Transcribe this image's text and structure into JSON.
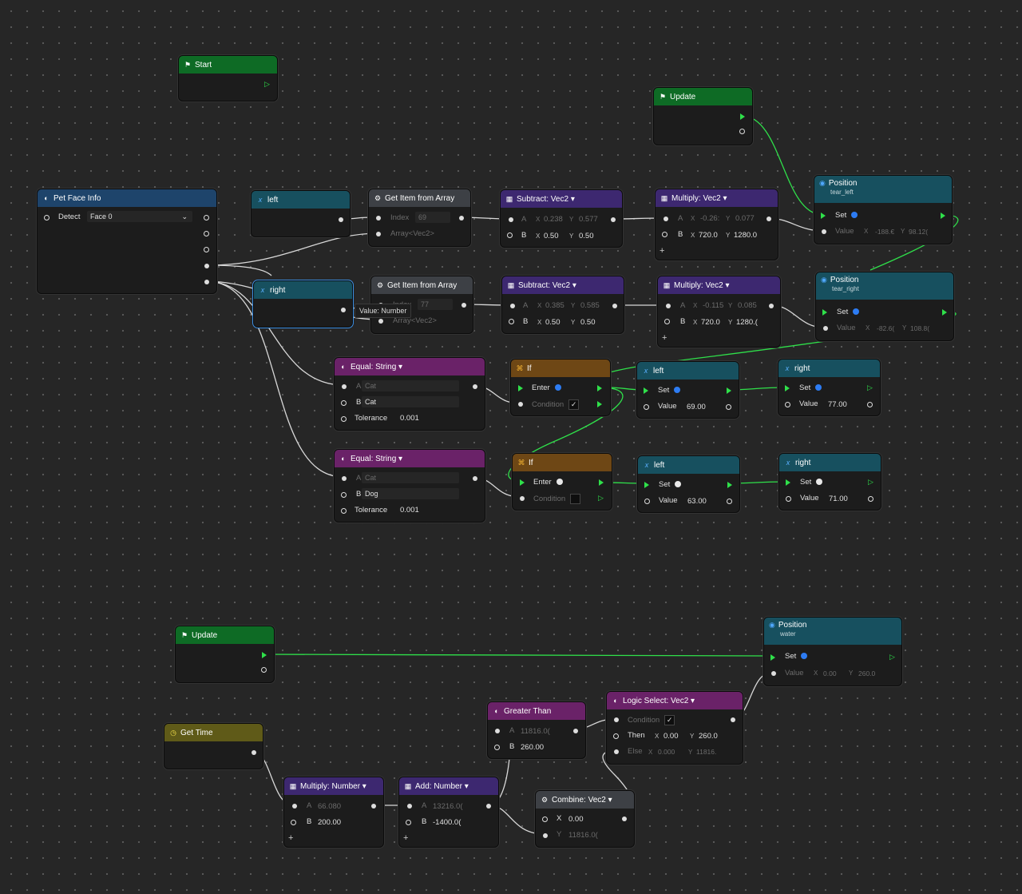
{
  "nodes": {
    "start": {
      "title": "Start"
    },
    "update1": {
      "title": "Update"
    },
    "pet_face": {
      "title": "Pet Face Info",
      "detect_label": "Detect",
      "detect_value": "Face 0"
    },
    "var_left1": {
      "title": "left"
    },
    "var_right1": {
      "title": "right"
    },
    "tooltip": "Value: Number",
    "get_item1": {
      "title": "Get Item from Array",
      "index_label": "Index",
      "index_value": "69",
      "array_label": "Array<Vec2>"
    },
    "get_item2": {
      "title": "Get Item from Array",
      "index_label": "Index",
      "index_value": "77",
      "array_label": "Array<Vec2>"
    },
    "sub1": {
      "title": "Subtract: Vec2 ▾",
      "a": "A",
      "ax": "X",
      "ax_val": "0.238",
      "ay": "Y",
      "ay_val": "0.577",
      "b": "B",
      "bx": "X",
      "bx_val": "0.50",
      "by": "Y",
      "by_val": "0.50"
    },
    "sub2": {
      "title": "Subtract: Vec2 ▾",
      "a": "A",
      "ax": "X",
      "ax_val": "0.385",
      "ay": "Y",
      "ay_val": "0.585",
      "b": "B",
      "bx": "X",
      "bx_val": "0.50",
      "by": "Y",
      "by_val": "0.50"
    },
    "mul1": {
      "title": "Multiply: Vec2 ▾",
      "a": "A",
      "ax": "X",
      "ax_val": "-0.26:",
      "ay": "Y",
      "ay_val": "0.077",
      "b": "B",
      "bx": "X",
      "bx_val": "720.0",
      "by": "Y",
      "by_val": "1280.0"
    },
    "mul2": {
      "title": "Multiply: Vec2 ▾",
      "a": "A",
      "ax": "X",
      "ax_val": "-0.115",
      "ay": "Y",
      "ay_val": "0.085",
      "b": "B",
      "bx": "X",
      "bx_val": "720.0",
      "by": "Y",
      "by_val": "1280.("
    },
    "pos_left": {
      "title": "Position",
      "sub": "tear_left",
      "set": "Set",
      "value": "Value",
      "vx": "X",
      "vx_val": "-188.€",
      "vy": "Y",
      "vy_val": "98.12("
    },
    "pos_right": {
      "title": "Position",
      "sub": "tear_right",
      "set": "Set",
      "value": "Value",
      "vx": "X",
      "vx_val": "-82.6(",
      "vy": "Y",
      "vy_val": "108.8("
    },
    "eq1": {
      "title": "Equal: String ▾",
      "a": "A",
      "a_val": "Cat",
      "b": "B",
      "b_val": "Cat",
      "tol": "Tolerance",
      "tol_val": "0.001"
    },
    "eq2": {
      "title": "Equal: String ▾",
      "a": "A",
      "a_val": "Cat",
      "b": "B",
      "b_val": "Dog",
      "tol": "Tolerance",
      "tol_val": "0.001"
    },
    "if1": {
      "title": "If",
      "enter": "Enter",
      "cond": "Condition",
      "check": "✓"
    },
    "if2": {
      "title": "If",
      "enter": "Enter",
      "cond": "Condition"
    },
    "left_set1": {
      "title": "left",
      "set": "Set",
      "value": "Value",
      "val": "69.00"
    },
    "right_set1": {
      "title": "right",
      "set": "Set",
      "value": "Value",
      "val": "77.00"
    },
    "left_set2": {
      "title": "left",
      "set": "Set",
      "value": "Value",
      "val": "63.00"
    },
    "right_set2": {
      "title": "right",
      "set": "Set",
      "value": "Value",
      "val": "71.00"
    },
    "update2": {
      "title": "Update"
    },
    "pos_water": {
      "title": "Position",
      "sub": "water",
      "set": "Set",
      "value": "Value",
      "vx": "X",
      "vx_val": "0.00",
      "vy": "Y",
      "vy_val": "260.0"
    },
    "get_time": {
      "title": "Get Time"
    },
    "mul_num": {
      "title": "Multiply: Number ▾",
      "a": "A",
      "a_val": "66.080",
      "b": "B",
      "b_val": "200.00"
    },
    "add_num": {
      "title": "Add: Number ▾",
      "a": "A",
      "a_val": "13216.0(",
      "b": "B",
      "b_val": "-1400.0("
    },
    "greater": {
      "title": "Greater Than",
      "a": "A",
      "a_val": "11816.0(",
      "b": "B",
      "b_val": "260.00"
    },
    "logic_sel": {
      "title": "Logic Select: Vec2 ▾",
      "cond": "Condition",
      "check": "✓",
      "then": "Then",
      "tx": "X",
      "tx_val": "0.00",
      "ty": "Y",
      "ty_val": "260.0",
      "else": "Else",
      "ex": "X",
      "ex_val": "0.000",
      "ey": "Y",
      "ey_val": "11816."
    },
    "combine": {
      "title": "Combine: Vec2 ▾",
      "x": "X",
      "x_val": "0.00",
      "y": "Y",
      "y_val": "11816.0("
    }
  },
  "colors": {
    "wire_flow": "#2fe04a",
    "wire_data": "#d8d8d8",
    "accent": "#2d7cf3"
  }
}
